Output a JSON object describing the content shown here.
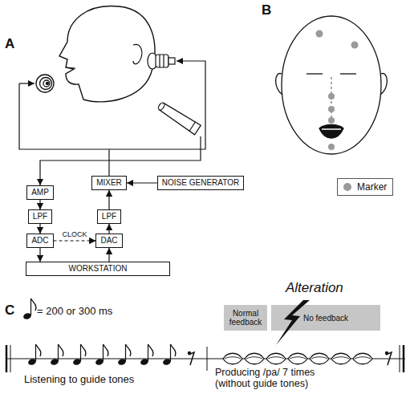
{
  "diagram": {
    "nodes": [
      {
        "text": [
          "AMP"
        ]
      },
      {
        "text": [
          "LPF"
        ]
      },
      {
        "text": [
          "ADC"
        ]
      },
      {
        "text": [
          "DAC"
        ]
      },
      {
        "text": [
          "LPF"
        ]
      },
      {
        "text": [
          "MIXER"
        ]
      },
      {
        "text": [
          "NOISE GENERATOR"
        ]
      },
      {
        "text": [
          "WORKSTATION"
        ]
      },
      {
        "text": [
          "Normal feedback"
        ]
      },
      {
        "text": [
          "No feedback"
        ]
      }
    ],
    "edges": [
      {
        "from": 0,
        "to": 1,
        "arrow": "to"
      },
      {
        "from": 1,
        "to": 2,
        "arrow": "to"
      },
      {
        "from": 2,
        "to": 3,
        "label": "CLOCK",
        "arrow": "to"
      },
      {
        "from": 2,
        "to": 7,
        "arrow": "to"
      },
      {
        "from": 7,
        "to": 3,
        "arrow": "to"
      },
      {
        "from": 3,
        "to": 4,
        "arrow": "to"
      },
      {
        "from": 4,
        "to": 5,
        "arrow": "to"
      },
      {
        "from": 6,
        "to": 5,
        "arrow": "to"
      }
    ],
    "labels": [
      "A",
      "B",
      "C",
      "= 200 or 300 ms",
      "Listening to guide tones",
      "Producing /pa/ 7 times (without guide tones)",
      "Alteration"
    ],
    "legend": [
      {
        "text": "Marker",
        "color": "#9a9a9a"
      }
    ]
  }
}
